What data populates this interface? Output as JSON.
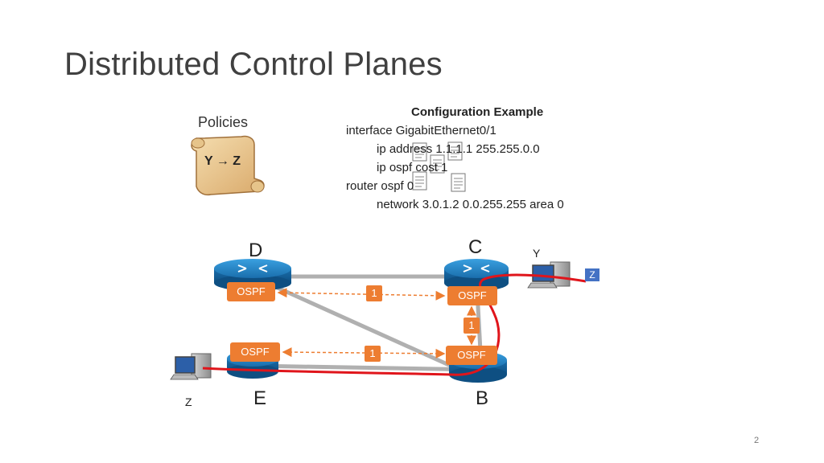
{
  "slide": {
    "title": "Distributed Control Planes",
    "page_number": "2"
  },
  "policies": {
    "label": "Policies",
    "scroll_text": "Y → Z"
  },
  "config": {
    "title": "Configuration Example",
    "lines": [
      "interface GigabitEthernet0/1",
      "ip address 1.1.1.1 255.255.0.0",
      "ip ospf cost 1",
      "router ospf 0",
      "network 3.0.1.2 0.0.255.255 area 0"
    ]
  },
  "nodes": {
    "D": "D",
    "C": "C",
    "E": "E",
    "B": "B"
  },
  "hosts": {
    "y_label": "Y",
    "z_box": "Z",
    "z_label": "Z"
  },
  "ospf_label": "OSPF",
  "link_costs": {
    "dc": "1",
    "cb": "1",
    "eb": "1"
  },
  "colors": {
    "ospf": "#ed7d31",
    "router": "#1f7fc1",
    "link": "#b0b0b0",
    "path": "#e0151b",
    "z_box": "#4472c4"
  }
}
